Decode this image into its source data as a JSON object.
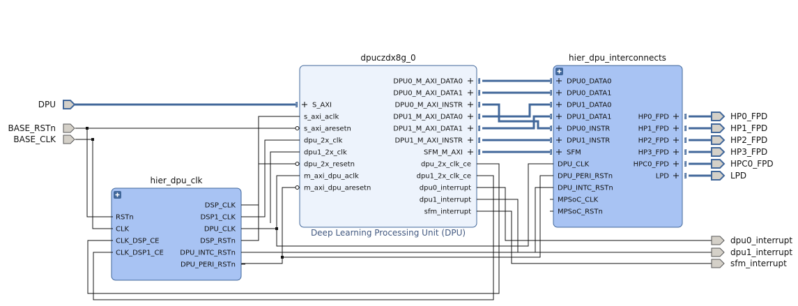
{
  "blocks": {
    "dpu": {
      "title": "dpuczdx8g_0",
      "subtitle": "Deep Learning Processing Unit (DPU)",
      "left_pins": [
        "S_AXI",
        "s_axi_aclk",
        "s_axi_aresetn",
        "dpu_2x_clk",
        "dpu1_2x_clk",
        "dpu_2x_resetn",
        "m_axi_dpu_aclk",
        "m_axi_dpu_aresetn"
      ],
      "right_pins": [
        "DPU0_M_AXI_DATA0",
        "DPU0_M_AXI_DATA1",
        "DPU0_M_AXI_INSTR",
        "DPU1_M_AXI_DATA0",
        "DPU1_M_AXI_DATA1",
        "DPU1_M_AXI_INSTR",
        "SFM_M_AXI",
        "dpu_2x_clk_ce",
        "dpu1_2x_clk_ce",
        "dpu0_interrupt",
        "dpu1_interrupt",
        "sfm_interrupt"
      ]
    },
    "interconnects": {
      "title": "hier_dpu_interconnects",
      "left_pins": [
        "DPU0_DATA0",
        "DPU0_DATA1",
        "DPU1_DATA0",
        "DPU1_DATA1",
        "DPU0_INSTR",
        "DPU1_INSTR",
        "SFM",
        "DPU_CLK",
        "DPU_PERI_RSTn",
        "DPU_INTC_RSTn",
        "MPSoC_CLK",
        "MPSoC_RSTn"
      ],
      "right_pins": [
        "HP0_FPD",
        "HP1_FPD",
        "HP2_FPD",
        "HP3_FPD",
        "HPC0_FPD",
        "LPD"
      ]
    },
    "clk": {
      "title": "hier_dpu_clk",
      "left_pins": [
        "RSTn",
        "CLK",
        "CLK_DSP_CE",
        "CLK_DSP1_CE"
      ],
      "right_pins": [
        "DSP_CLK",
        "DSP1_CLK",
        "DPU_CLK",
        "DSP_RSTn",
        "DPU_INTC_RSTn",
        "DPU_PERI_RSTn"
      ]
    }
  },
  "ports": {
    "inputs": [
      "DPU",
      "BASE_RSTn",
      "BASE_CLK"
    ],
    "outputs": [
      "HP0_FPD",
      "HP1_FPD",
      "HP2_FPD",
      "HP3_FPD",
      "HPC0_FPD",
      "LPD",
      "dpu0_interrupt",
      "dpu1_interrupt",
      "sfm_interrupt"
    ]
  },
  "colors": {
    "block_fill": "#a8c3f3",
    "dpu_fill": "#edf3fc",
    "block_border": "#41679a",
    "bus": "#41679a",
    "port_fill": "#d4d0c8"
  }
}
